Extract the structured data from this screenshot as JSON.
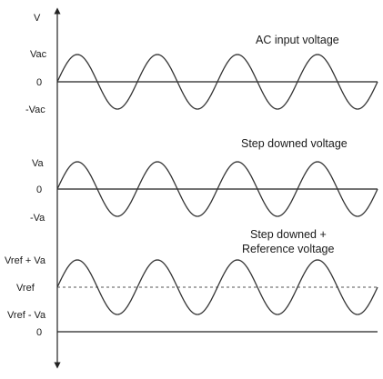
{
  "y_axis_label": "V",
  "panels": [
    {
      "title_lines": [
        "AC input  voltage"
      ],
      "labels": {
        "top": "Vac",
        "middle": "0",
        "bottom": "-Vac"
      },
      "midline_style": "solid",
      "cycles": 4
    },
    {
      "title_lines": [
        "Step downed voltage"
      ],
      "labels": {
        "top": "Va",
        "middle": "0",
        "bottom": "-Va"
      },
      "midline_style": "solid",
      "cycles": 4
    },
    {
      "title_lines": [
        "Step downed +",
        "Reference voltage"
      ],
      "labels": {
        "top": "Vref + Va",
        "middle": "Vref",
        "bottom": "Vref - Va"
      },
      "midline_style": "dashed",
      "cycles": 4
    }
  ],
  "baseline_label": "0"
}
